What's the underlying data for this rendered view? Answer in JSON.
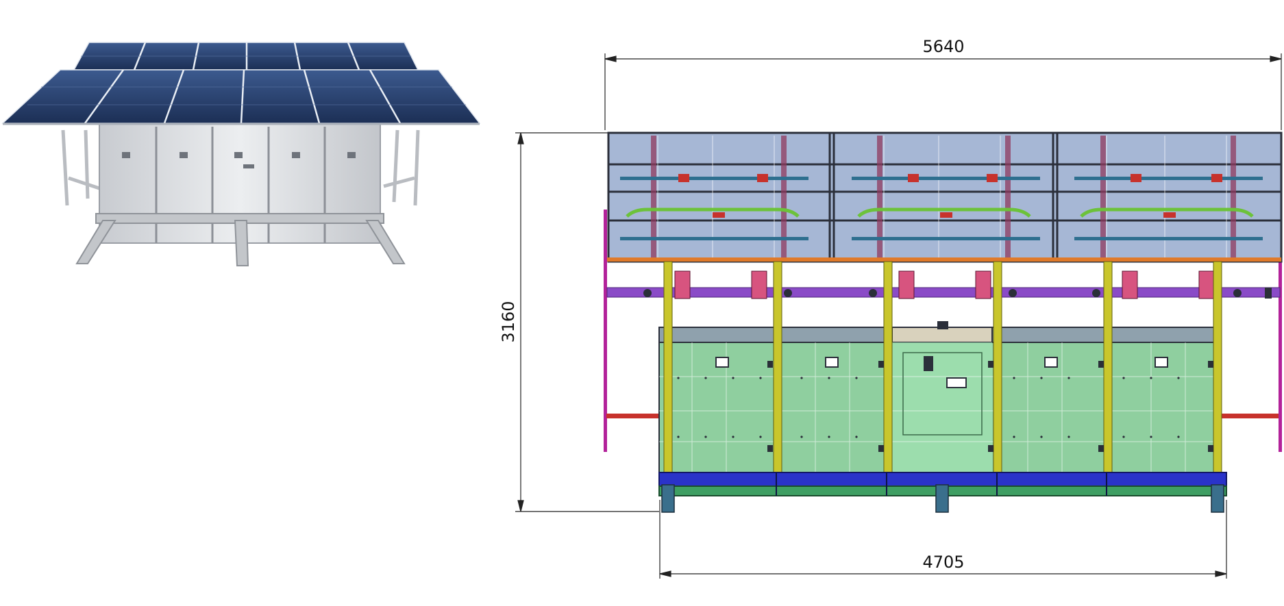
{
  "dimensions": {
    "overall_width": "5640",
    "overall_height": "3160",
    "base_width": "4705"
  },
  "colors": {
    "panel_fill": "#9fb1d2",
    "panel_edge": "#2b2f3a",
    "container_fill": "#8fcf9f",
    "frame_blue": "#2a33c9",
    "post_yellow": "#c9c62c",
    "beam_purple": "#8a4bc7",
    "strut_magenta": "#b3229a",
    "rail_orange": "#e07a2a",
    "pipe_red": "#c7322c",
    "bar_teal": "#2e6f8f",
    "bar_green": "#6cc23a",
    "photo_panel": "#223a66",
    "photo_container": "#d6d8db"
  },
  "icons": {
    "photo": "solar-container-photo-icon",
    "drawing": "technical-drawing-icon"
  }
}
